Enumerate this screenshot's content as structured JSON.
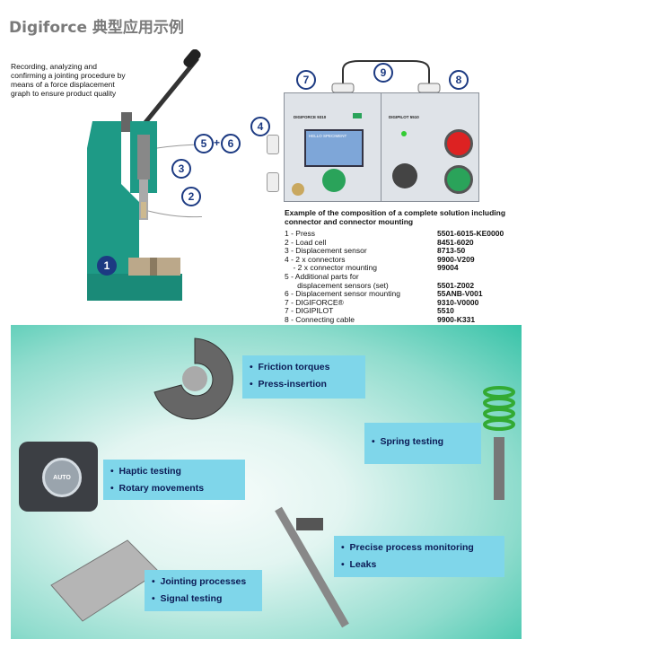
{
  "title": "Digiforce 典型应用示例",
  "description": "Recording, analyzing and confirming a jointing procedure by means of a force displacement graph to ensure product quality",
  "callouts": [
    "1",
    "2",
    "3",
    "4",
    "5",
    "6",
    "7",
    "8",
    "9"
  ],
  "callout_plus": "+",
  "digiforce_label": "DIGIFORCE 9310",
  "digipilot_label": "DIGIPILOT 5510",
  "screen_text": "HELLO SPECIMENT",
  "solution_heading": "Example of the composition of a complete solution including connector and connector mounting",
  "parts": [
    {
      "desc": "1  - Press",
      "code": "5501-6015-KE0000"
    },
    {
      "desc": "2  - Load cell",
      "code": "8451-6020"
    },
    {
      "desc": "3  - Displacement sensor",
      "code": "8713-50"
    },
    {
      "desc": "4  - 2 x connectors",
      "code": "9900-V209"
    },
    {
      "desc": "    - 2 x connector mounting",
      "code": "99004"
    },
    {
      "desc": "5  - Additional parts for",
      "code": ""
    },
    {
      "desc": "      displacement sensors (set)",
      "code": "5501-Z002"
    },
    {
      "desc": "6  - Displacement sensor mounting",
      "code": "55ANB-V001"
    },
    {
      "desc": "7  - DIGIFORCE®",
      "code": "9310-V0000"
    },
    {
      "desc": "7  - DIGIPILOT",
      "code": "5510"
    },
    {
      "desc": "8  - Connecting cable",
      "code": "9900-K331"
    }
  ],
  "applications": {
    "friction": [
      "Friction torques",
      "Press-insertion"
    ],
    "spring": [
      "Spring testing"
    ],
    "haptic": [
      "Haptic testing",
      "Rotary movements"
    ],
    "precise": [
      "Precise process monitoring",
      "Leaks"
    ],
    "jointing": [
      "Jointing processes",
      "Signal testing"
    ]
  },
  "knob_label": "AUTO",
  "colors": {
    "title": "#7a7a7a",
    "callout": "#1c3a82",
    "press": "#1e9a86",
    "box": "#7fd6ea",
    "box_text": "#0b1a55"
  }
}
